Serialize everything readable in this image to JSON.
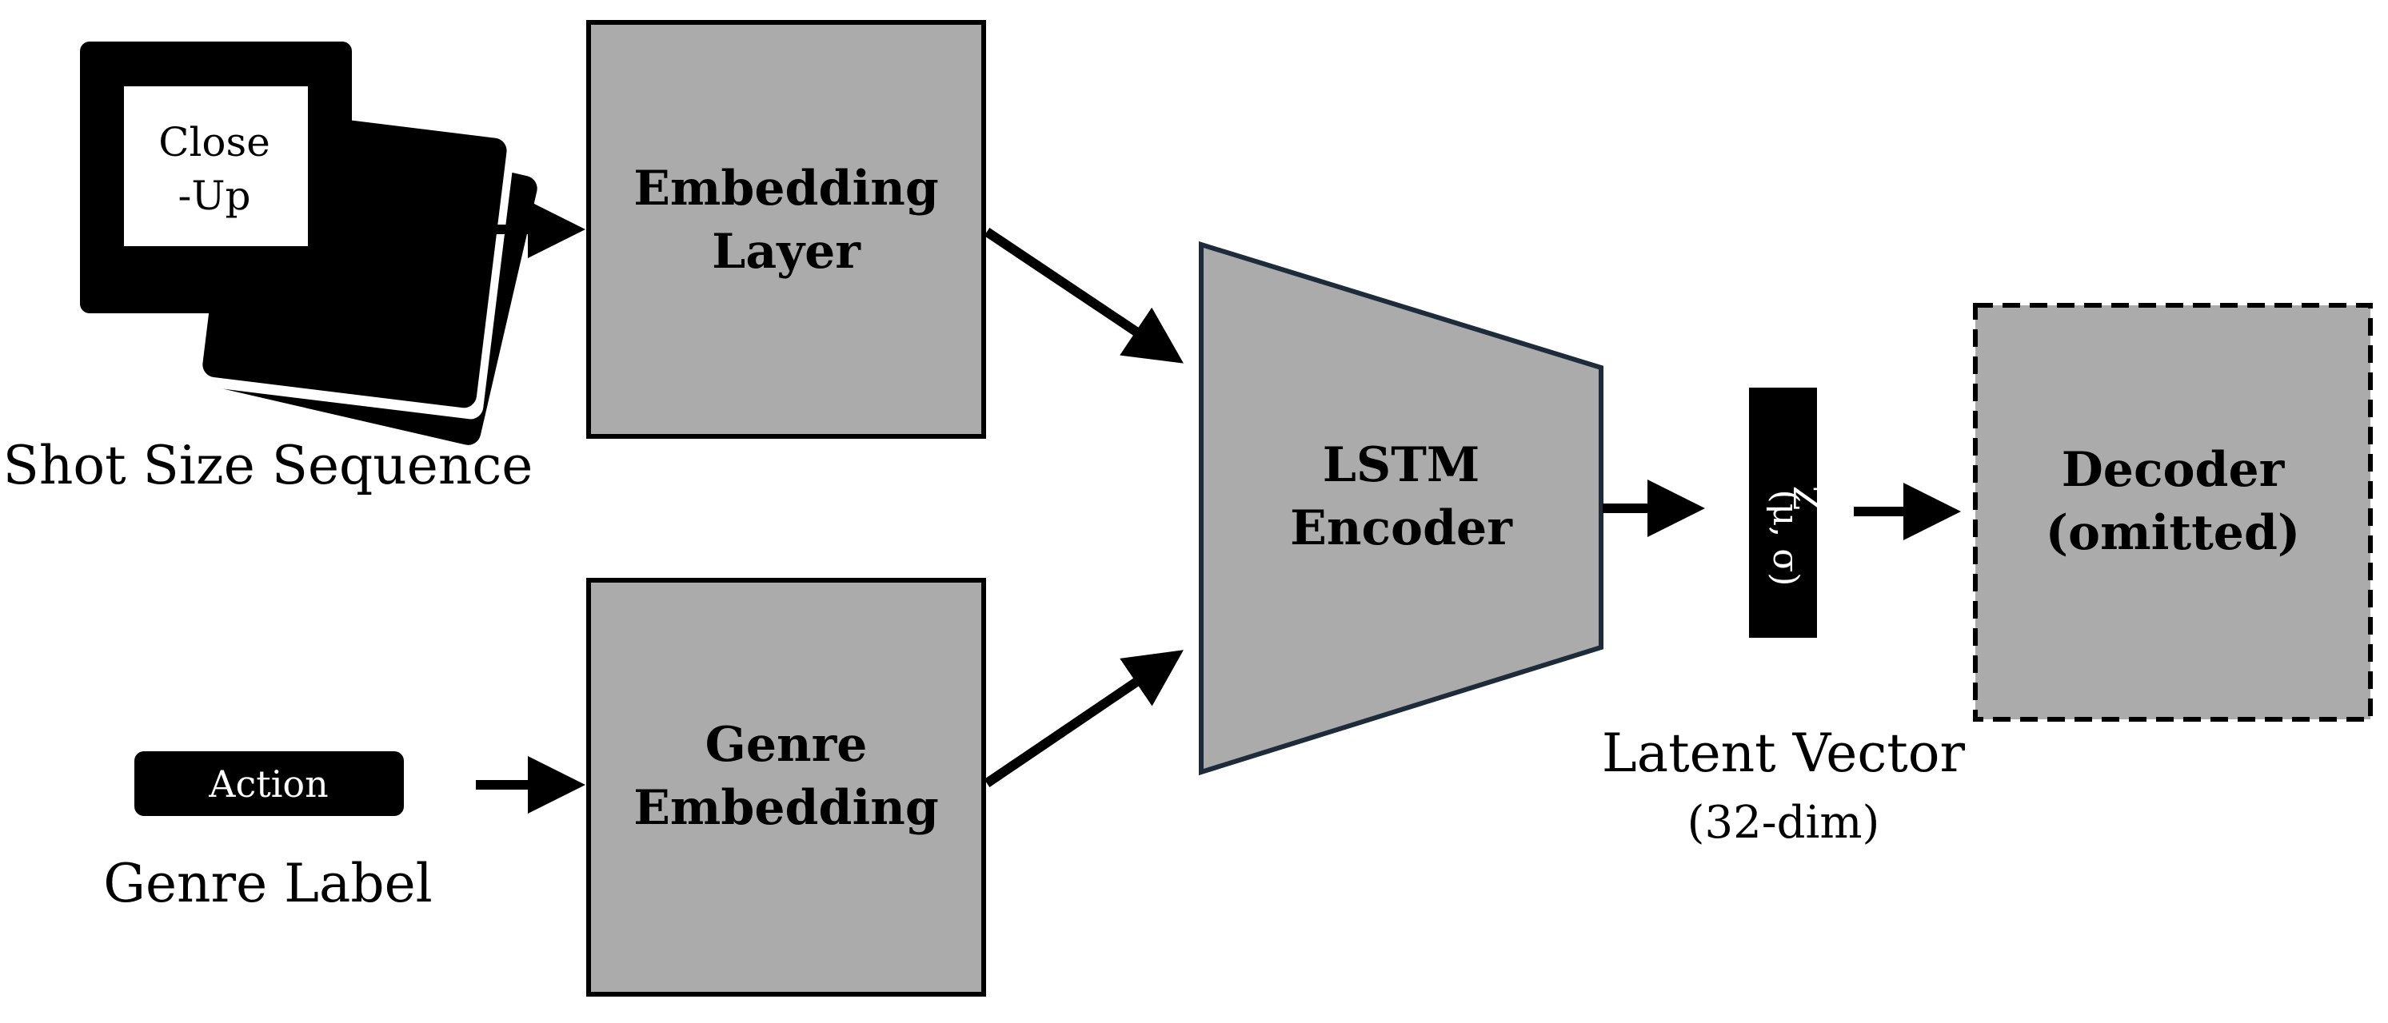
{
  "input_shot": {
    "card_text_line1": "Close",
    "card_text_line2": "-Up",
    "label": "Shot Size Sequence"
  },
  "input_genre": {
    "tag": "Action",
    "label": "Genre Label"
  },
  "embedding_layer": {
    "line1": "Embedding",
    "line2": "Layer"
  },
  "genre_embedding": {
    "line1": "Genre",
    "line2": "Embedding"
  },
  "encoder": {
    "line1": "LSTM",
    "line2": "Encoder"
  },
  "latent": {
    "symbol": "Z",
    "params": "(μ, σ)",
    "label": "Latent Vector",
    "sublabel": "(32-dim)"
  },
  "decoder": {
    "line1": "Decoder",
    "line2": "(omitted)"
  },
  "colors": {
    "box_fill": "#ababab",
    "stroke": "#000000",
    "encoder_stroke": "#1d2b3a",
    "background": "#ffffff"
  }
}
